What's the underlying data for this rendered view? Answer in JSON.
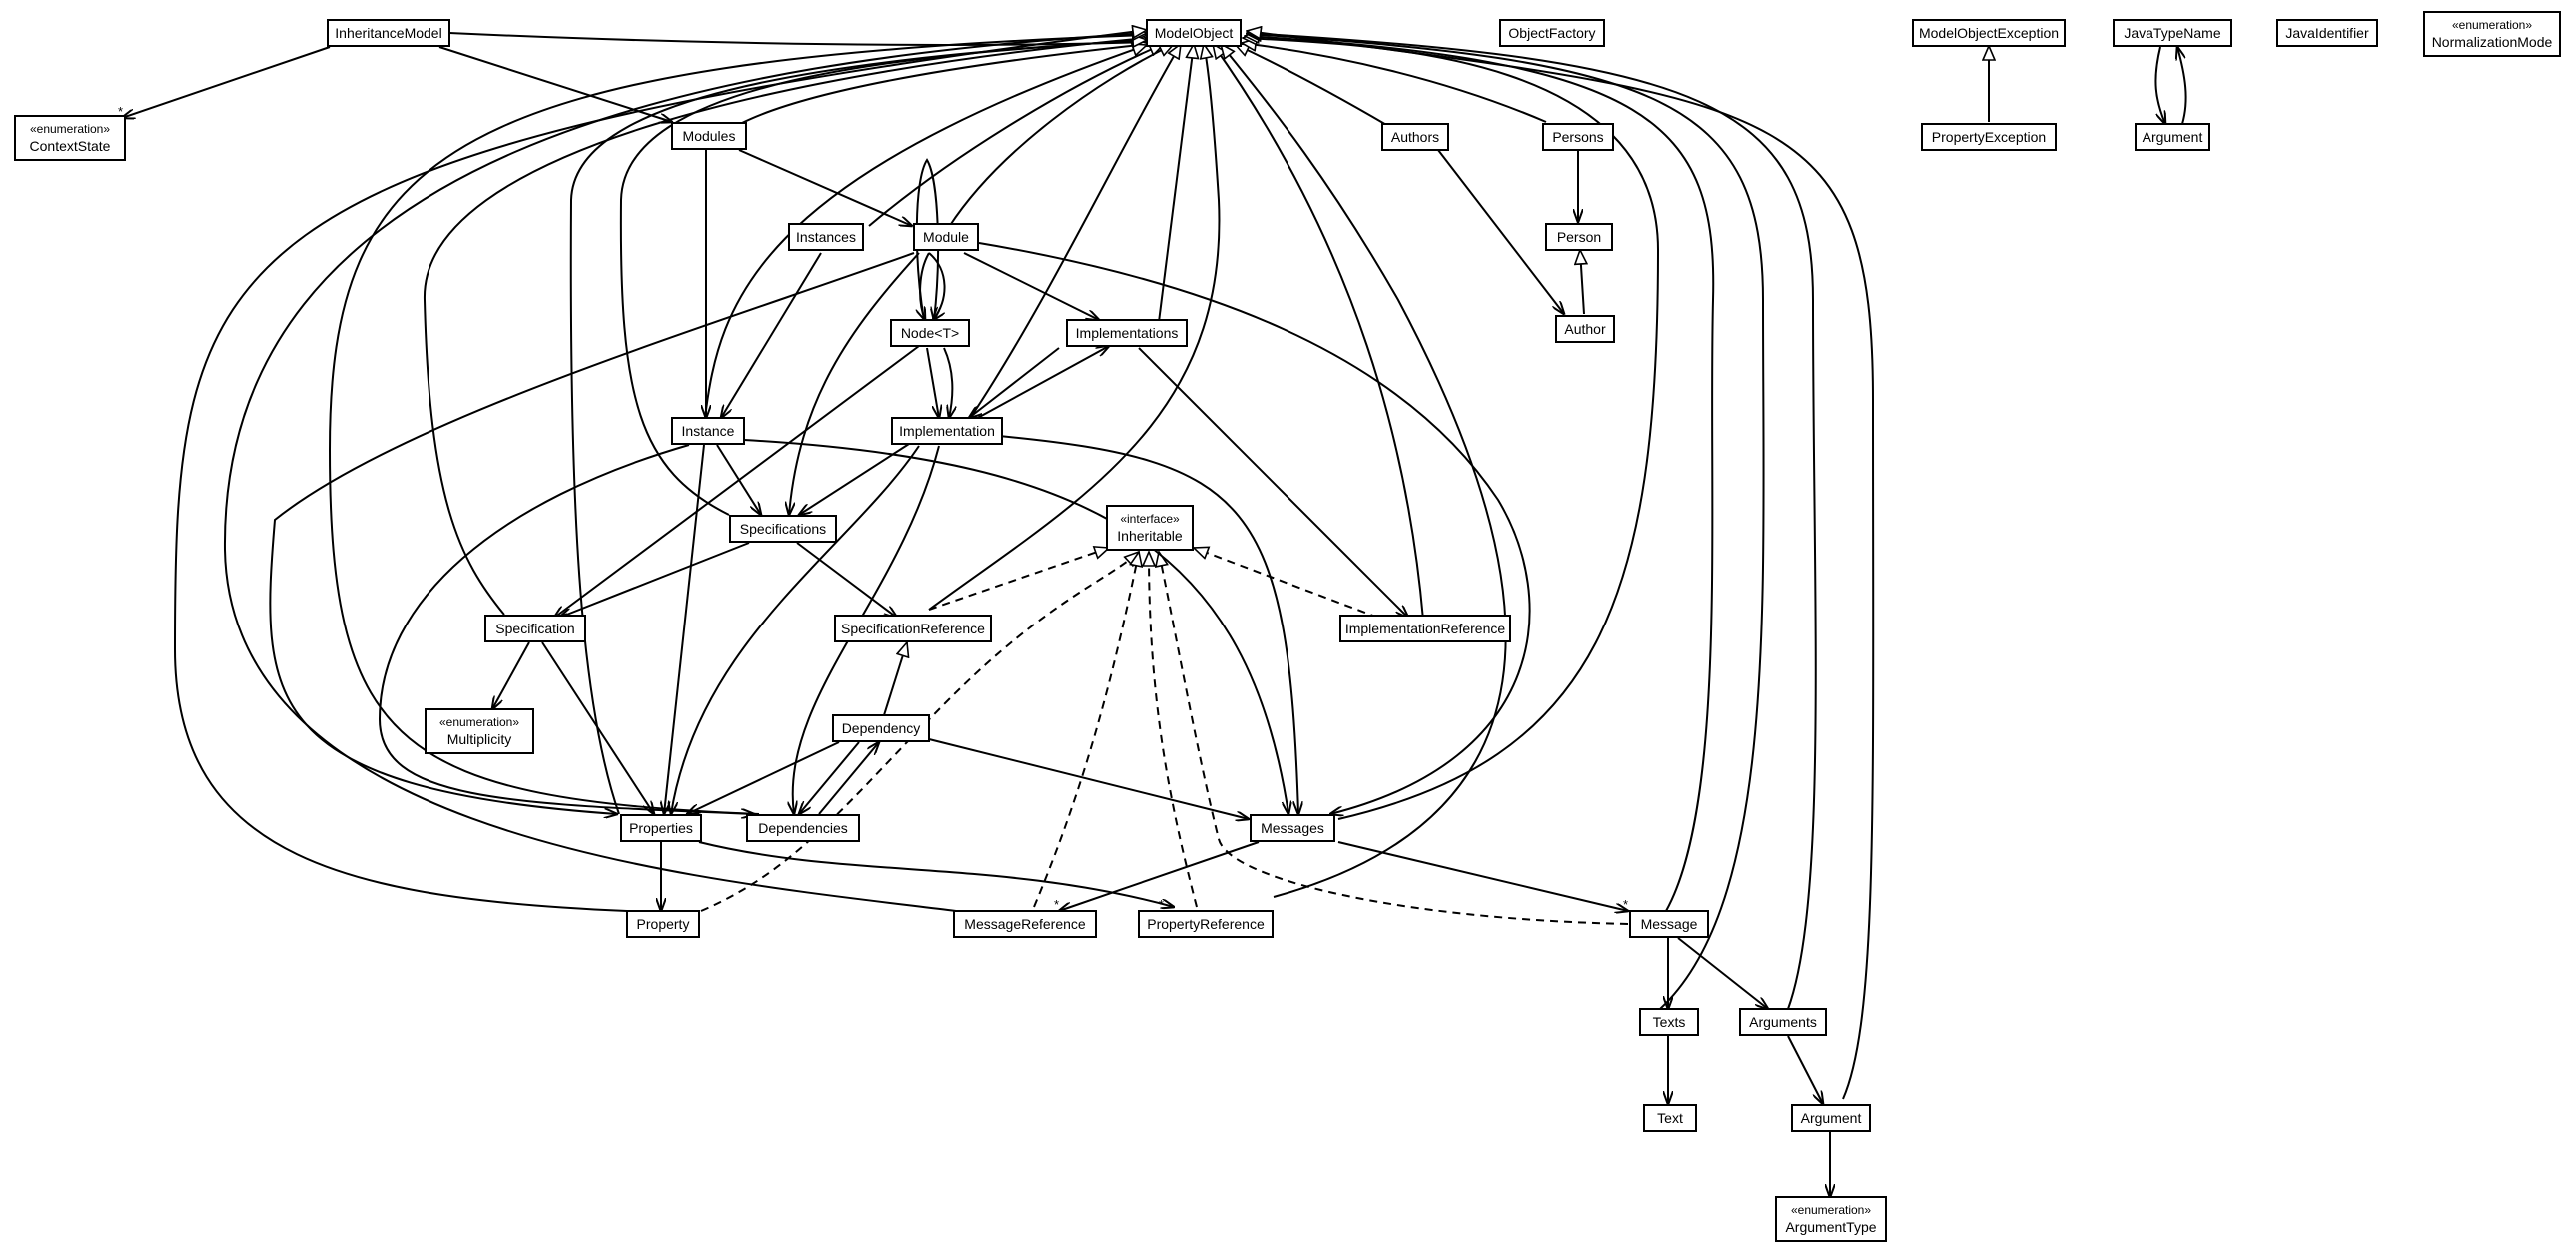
{
  "diagram": {
    "classes": {
      "model_object": "ModelObject",
      "object_factory": "ObjectFactory",
      "model_object_exception": "ModelObjectException",
      "java_type_name": "JavaTypeName",
      "java_identifier": "JavaIdentifier",
      "normalization_mode": {
        "stereotype": "«enumeration»",
        "name": "NormalizationMode"
      },
      "inheritance_model": "InheritanceModel",
      "context_state": {
        "stereotype": "«enumeration»",
        "name": "ContextState"
      },
      "modules": "Modules",
      "authors": "Authors",
      "persons": "Persons",
      "property_exception": "PropertyException",
      "java_type_name_argument": "Argument",
      "instances": "Instances",
      "module": "Module",
      "person": "Person",
      "node": "Node<T>",
      "implementations": "Implementations",
      "author": "Author",
      "instance": "Instance",
      "implementation": "Implementation",
      "inheritable": {
        "stereotype": "«interface»",
        "name": "Inheritable"
      },
      "specifications": "Specifications",
      "specification": "Specification",
      "specification_reference": "SpecificationReference",
      "implementation_reference": "ImplementationReference",
      "multiplicity": {
        "stereotype": "«enumeration»",
        "name": "Multiplicity"
      },
      "dependency": "Dependency",
      "properties": "Properties",
      "dependencies": "Dependencies",
      "messages": "Messages",
      "property": "Property",
      "message_reference": "MessageReference",
      "property_reference": "PropertyReference",
      "message": "Message",
      "texts": "Texts",
      "arguments": "Arguments",
      "text": "Text",
      "argument": "Argument",
      "argument_type": {
        "stereotype": "«enumeration»",
        "name": "ArgumentType"
      }
    },
    "multiplicities": {
      "context_state_star": "*",
      "message_reference_star": "*",
      "property_reference_star": "*",
      "message_star": "*"
    }
  }
}
